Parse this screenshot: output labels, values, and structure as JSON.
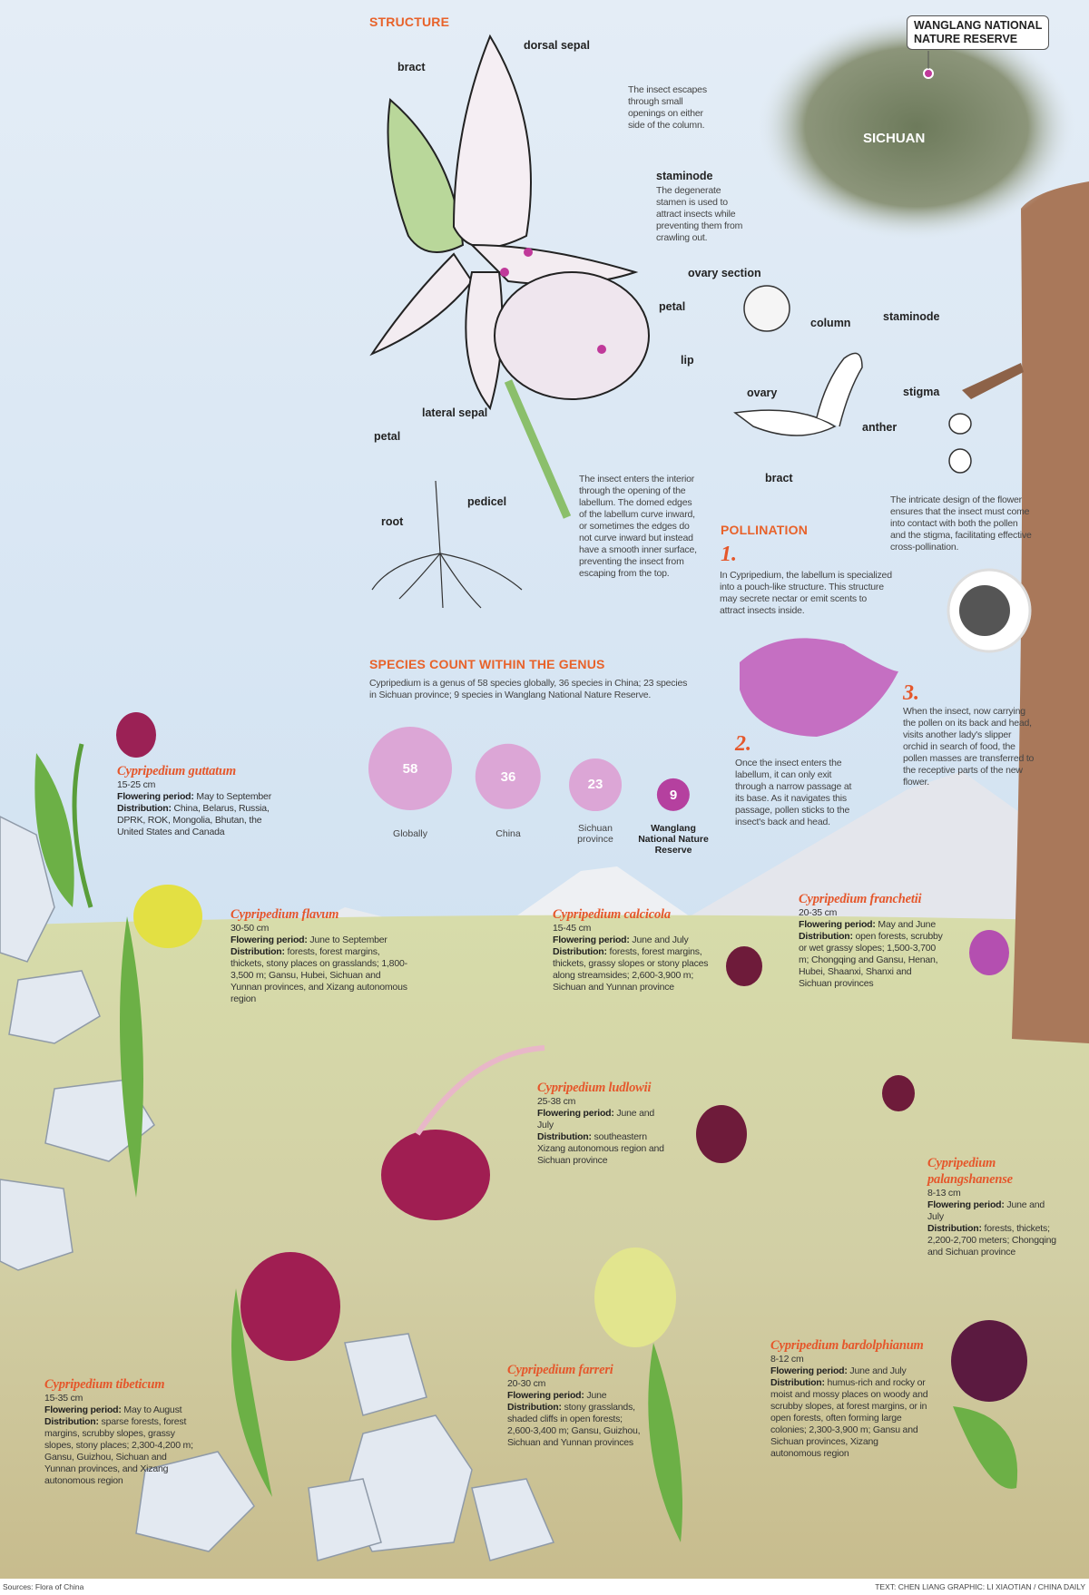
{
  "structure": {
    "heading": "STRUCTURE",
    "labels": {
      "bract": "bract",
      "dorsal_sepal": "dorsal sepal",
      "staminode": "staminode",
      "petal_right": "petal",
      "lip": "lip",
      "lateral_sepal": "lateral sepal",
      "petal_left": "petal",
      "pedicel": "pedicel",
      "root": "root"
    },
    "notes": {
      "escape": "The insect escapes through small openings on either side of the column.",
      "staminode": "The degenerate stamen is used to attract insects while preventing them from crawling out.",
      "enter": "The insect enters the interior through the opening of the labellum. The domed edges of the labellum curve inward, or sometimes the edges do not curve inward but instead have a smooth inner surface, preventing the insect from escaping from the top."
    }
  },
  "map": {
    "title_line1": "WANGLANG NATIONAL",
    "title_line2": "NATURE RESERVE",
    "region": "SICHUAN"
  },
  "column_diagram": {
    "ovary_section": "ovary section",
    "column": "column",
    "staminode": "staminode",
    "stigma": "stigma",
    "ovary": "ovary",
    "anther": "anther",
    "bract": "bract",
    "note": "The intricate design of the flower ensures that the insect must come into contact with both the pollen and the stigma, facilitating effective cross-pollination."
  },
  "pollination": {
    "heading": "POLLINATION",
    "steps": [
      {
        "num": "1.",
        "text": "In Cypripedium, the labellum is specialized into a pouch-like structure. This structure may secrete nectar or emit scents to attract insects inside."
      },
      {
        "num": "2.",
        "text": "Once the insect enters the labellum, it can only exit through a narrow passage at its base. As it navigates this passage, pollen sticks to the insect's back and head."
      },
      {
        "num": "3.",
        "text": "When the insect, now carrying the pollen on its back and head, visits another lady's slipper orchid in search of food, the pollen masses are transferred to the receptive parts of the new flower."
      }
    ]
  },
  "species_count": {
    "title": "SPECIES COUNT WITHIN THE GENUS",
    "description": "Cypripedium is a genus of 58 species globally, 36 species in China; 23 species in Sichuan province; 9 species in Wanglang National Nature Reserve.",
    "circles": [
      {
        "value": 58,
        "label": "Globally",
        "color": "#dca6d6"
      },
      {
        "value": 36,
        "label": "China",
        "color": "#dca6d6"
      },
      {
        "value": 23,
        "label": "Sichuan province",
        "color": "#dca6d6"
      },
      {
        "value": 9,
        "label": "Wanglang National Nature Reserve",
        "color": "#b5409f"
      }
    ]
  },
  "species_labels": {
    "flowering": "Flowering period:",
    "distribution": "Distribution:"
  },
  "species": [
    {
      "name": "Cypripedium guttatum",
      "height": "15-25 cm",
      "flowering": "May to September",
      "distribution": "China, Belarus, Russia, DPRK, ROK, Mongolia, Bhutan, the United States and Canada"
    },
    {
      "name": "Cypripedium flavum",
      "height": "30-50 cm",
      "flowering": "June to September",
      "distribution": "forests, forest margins, thickets, stony places on grasslands; 1,800-3,500 m; Gansu, Hubei, Sichuan and Yunnan provinces, and Xizang autonomous region"
    },
    {
      "name": "Cypripedium calcicola",
      "height": "15-45 cm",
      "flowering": "June and July",
      "distribution": "forests, forest margins, thickets, grassy slopes or stony places along streamsides; 2,600-3,900 m; Sichuan and Yunnan province"
    },
    {
      "name": "Cypripedium franchetii",
      "height": "20-35 cm",
      "flowering": "May and June",
      "distribution": "open forests, scrubby or wet grassy slopes; 1,500-3,700 m; Chongqing and Gansu, Henan, Hubei, Shaanxi, Shanxi and Sichuan provinces"
    },
    {
      "name": "Cypripedium ludlowii",
      "height": "25-38 cm",
      "flowering": "June and July",
      "distribution": "southeastern Xizang autonomous region and Sichuan province"
    },
    {
      "name": "Cypripedium palangshanense",
      "height": "8-13 cm",
      "flowering": "June and July",
      "distribution": "forests, thickets; 2,200-2,700 meters; Chongqing and Sichuan province"
    },
    {
      "name": "Cypripedium bardolphianum",
      "height": "8-12 cm",
      "flowering": "June and July",
      "distribution": "humus-rich and rocky or moist and mossy places on woody and scrubby slopes, at forest margins, or in open forests, often forming large colonies; 2,300-3,900 m; Gansu and Sichuan provinces, Xizang autonomous region"
    },
    {
      "name": "Cypripedium farreri",
      "height": "20-30 cm",
      "flowering": "June",
      "distribution": "stony grasslands, shaded cliffs in open forests; 2,600-3,400 m; Gansu, Guizhou, Sichuan and Yunnan provinces"
    },
    {
      "name": "Cypripedium tibeticum",
      "height": "15-35 cm",
      "flowering": "May to August",
      "distribution": "sparse forests, forest margins, scrubby slopes, grassy slopes, stony places; 2,300-4,200 m; Gansu, Guizhou, Sichuan and Yunnan provinces, and Xizang autonomous region"
    }
  ],
  "footer": {
    "sources": "Sources: Flora of China",
    "credits": "TEXT: CHEN LIANG GRAPHIC: LI XIAOTIAN / CHINA DAILY"
  },
  "colors": {
    "accent": "#e8622a",
    "species_name": "#e5572b",
    "sky": "#dce9f5",
    "meadow": "#c9cf9a"
  }
}
